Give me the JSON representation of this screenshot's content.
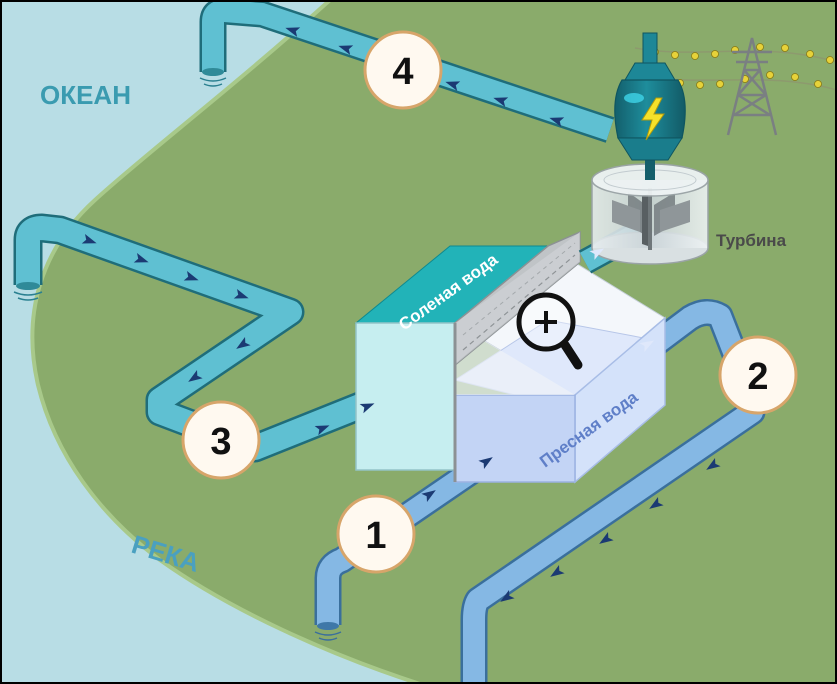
{
  "labels": {
    "ocean": "ОКЕАН",
    "river": "РЕКА",
    "turbine": "Турбина",
    "salt_water": "Соленая вода",
    "fresh_water": "Пресная вода"
  },
  "steps": [
    "1",
    "2",
    "3",
    "4"
  ],
  "icons": {
    "zoom": "magnifier-plus-icon",
    "generator": "lightning-icon",
    "power_line": "power-tower-icon"
  },
  "colors": {
    "land": "#8aab6b",
    "ocean": "#b8dde5",
    "salt_pipe": "#5fc0d2",
    "fresh_pipe": "#85b8e4",
    "salt_water": "#22b3b8",
    "fresh_water": "#c3d4f5",
    "arrow": "#1b3a73",
    "generator": "#1d8797"
  }
}
